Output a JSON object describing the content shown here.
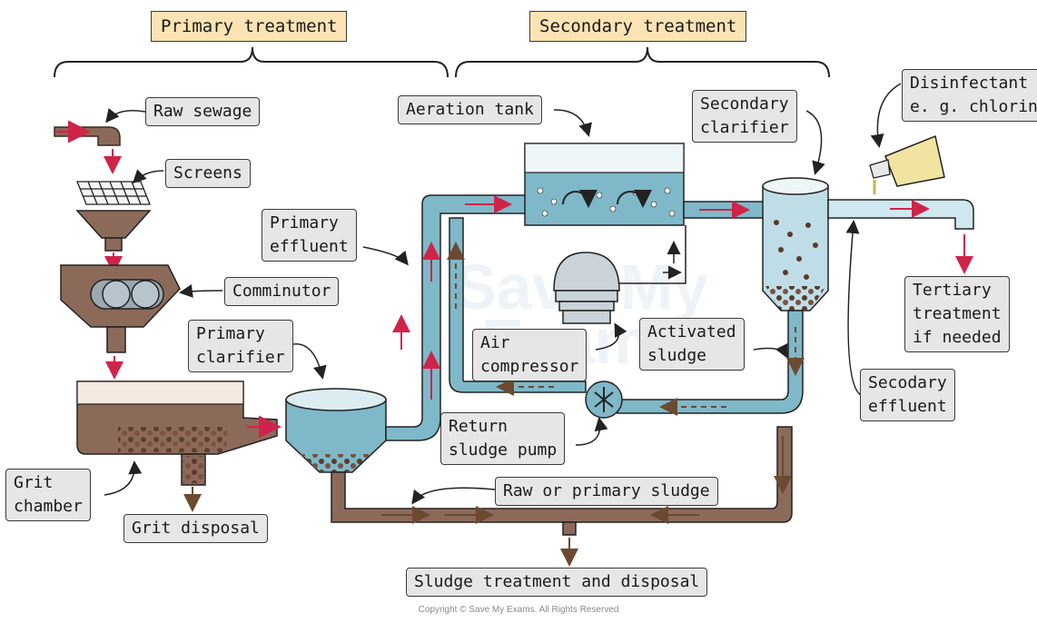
{
  "headers": {
    "primary": "Primary treatment",
    "secondary": "Secondary treatment"
  },
  "labels": {
    "raw_sewage": "Raw sewage",
    "screens": "Screens",
    "comminutor": "Comminutor",
    "primary_effluent": "Primary\neffluent",
    "primary_clarifier": "Primary\nclarifier",
    "grit_chamber": "Grit\nchamber",
    "grit_disposal": "Grit disposal",
    "aeration_tank": "Aeration tank",
    "secondary_clarifier": "Secondary\nclarifier",
    "disinfectant": "Disinfectant\ne. g. chlorine",
    "tertiary": "Tertiary\ntreatment\nif needed",
    "secondary_effluent": "Secodary\neffluent",
    "activated_sludge": "Activated\nsludge",
    "air_compressor": "Air\ncompressor",
    "return_sludge_pump": "Return\nsludge pump",
    "raw_primary_sludge": "Raw or primary sludge",
    "sludge_treatment": "Sludge treatment and disposal"
  },
  "copyright": "Copyright © Save My Exams. All Rights Reserved",
  "colors": {
    "pipe_blue": "#7fb8c8",
    "pipe_brown": "#8c6a5a",
    "flow_red": "#d0234a",
    "header_bg": "#fbe3b3",
    "label_bg": "#e6e6e6"
  }
}
